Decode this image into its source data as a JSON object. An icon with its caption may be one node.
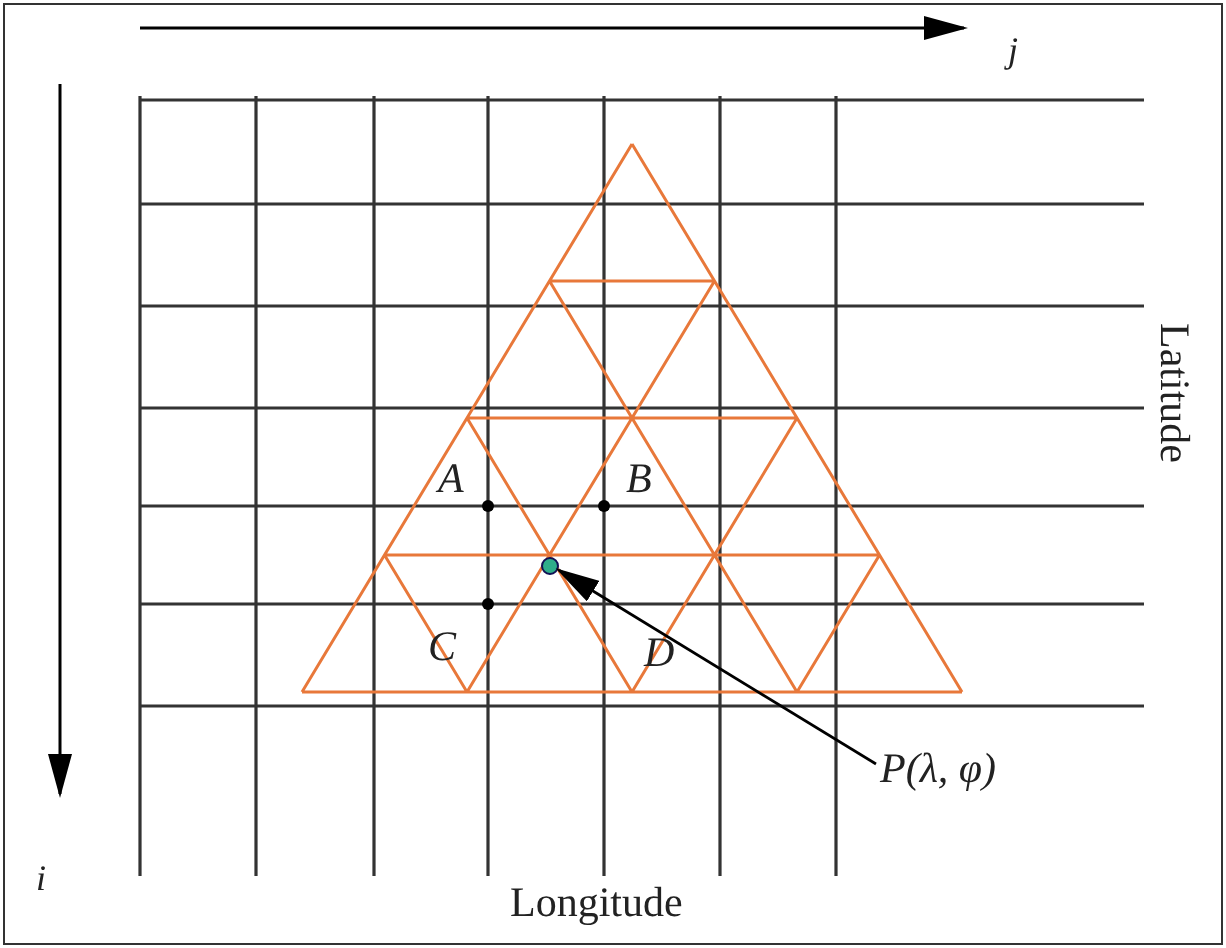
{
  "diagram": {
    "nodes": [
      {
        "text": [
          "P(λ, φ)"
        ]
      },
      {
        "text": [],
        "shape": "circle"
      }
    ],
    "edges": [
      {
        "from": 0,
        "to": 1,
        "arrow": "to"
      }
    ],
    "labels": [
      "j",
      "i",
      "A",
      "B",
      "C",
      "D",
      "Latitude",
      "Longitude"
    ]
  }
}
